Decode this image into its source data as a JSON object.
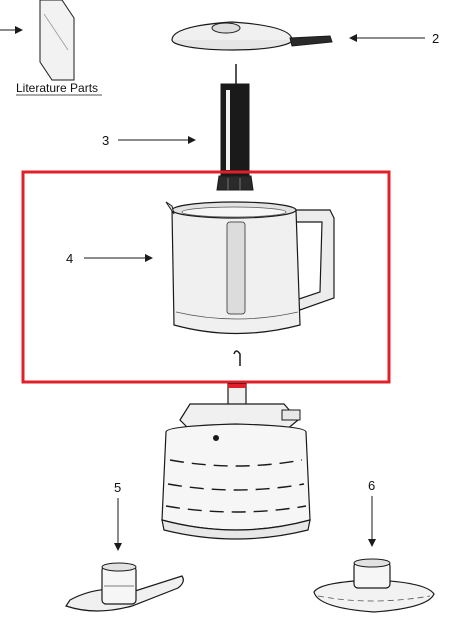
{
  "diagram": {
    "literature_label": "Literature Parts",
    "callouts": [
      "2",
      "3",
      "4",
      "5",
      "6"
    ],
    "highlight_color": "#e0202a",
    "line_color": "#1a1a1a",
    "fill_color": "#eeeeee"
  }
}
